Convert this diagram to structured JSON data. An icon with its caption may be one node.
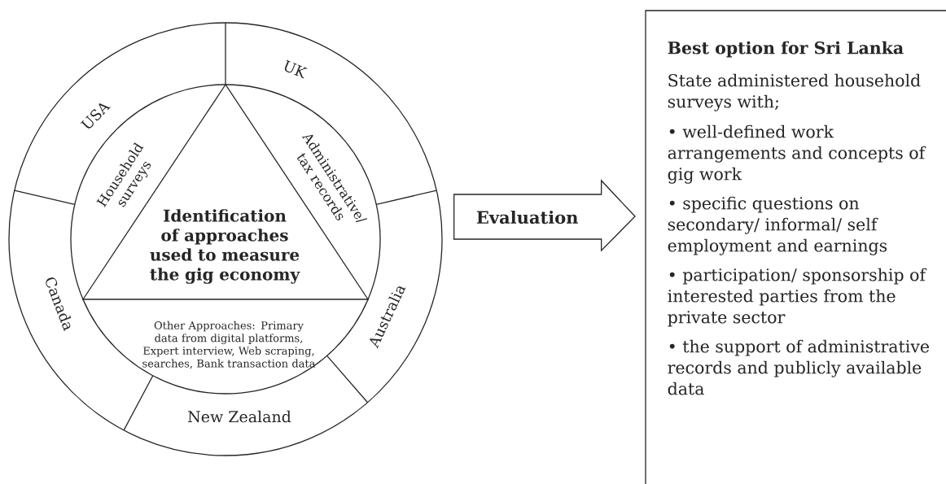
{
  "diagram": {
    "nodes": [
      {
        "text": [],
        "shape": "circle"
      },
      {
        "text": [
          "USA"
        ],
        "in": 0
      },
      {
        "text": [
          "UK"
        ],
        "in": 0
      },
      {
        "text": [
          "Household surveys"
        ],
        "in": 0
      },
      {
        "text": [
          "Administrative/ tax records"
        ],
        "in": 0
      },
      {
        "text": [
          "Identification of approaches used to measure the gig economy"
        ],
        "in": 0
      },
      {
        "text": [
          "Canada"
        ],
        "in": 0
      },
      {
        "text": [
          "Australia"
        ],
        "in": 0
      },
      {
        "text": [
          "Other Approaches: Primary data from digital platforms, Expert interview, Web scraping, searches, Bank transaction data"
        ],
        "in": 0
      },
      {
        "text": [
          "New Zealand"
        ],
        "in": 0
      },
      {
        "text": [
          "Best option for Sri Lanka",
          "State administered household surveys with;",
          "• well-defined work arrangements and concepts of gig work",
          "• specific questions on secondary/ informal/ self employment and earnings",
          "• participation/ sponsorship of interested parties from the private sector",
          "• the support of administrative records and publicly available data"
        ]
      }
    ],
    "edges": [
      {
        "from": 0,
        "to": 10,
        "arrow": "to",
        "label": "Evaluation"
      }
    ]
  }
}
